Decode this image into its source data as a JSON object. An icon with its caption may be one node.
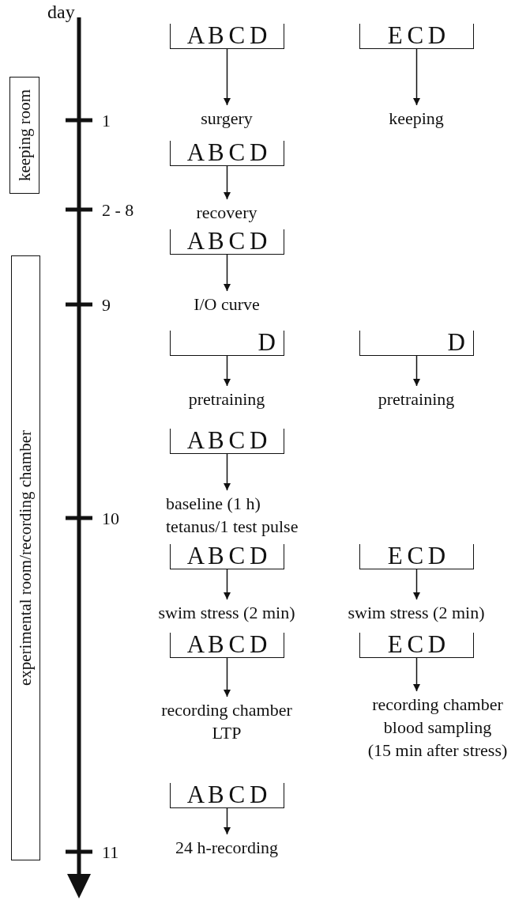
{
  "diagram": {
    "nodes": [
      {
        "text": [
          "keeping room"
        ]
      },
      {
        "text": [
          "experimental room/recording chamber"
        ]
      },
      {
        "text": [
          "A B C D"
        ]
      },
      {
        "text": [
          "E C D"
        ]
      },
      {
        "text": [
          "surgery"
        ]
      },
      {
        "text": [
          "keeping"
        ]
      },
      {
        "text": [
          "A B C D"
        ]
      },
      {
        "text": [
          "recovery"
        ]
      },
      {
        "text": [
          "A B C D"
        ]
      },
      {
        "text": [
          "I/O curve"
        ]
      },
      {
        "text": [
          "D"
        ]
      },
      {
        "text": [
          "D"
        ]
      },
      {
        "text": [
          "pretraining"
        ]
      },
      {
        "text": [
          "pretraining"
        ]
      },
      {
        "text": [
          "A B C D"
        ]
      },
      {
        "text": [
          "baseline (1 h)",
          "tetanus/1 test pulse"
        ]
      },
      {
        "text": [
          "A B C D"
        ]
      },
      {
        "text": [
          "E C D"
        ]
      },
      {
        "text": [
          "swim stress (2 min)"
        ]
      },
      {
        "text": [
          "swim stress (2 min)"
        ]
      },
      {
        "text": [
          "A B C D"
        ]
      },
      {
        "text": [
          "E C D"
        ]
      },
      {
        "text": [
          "recording chamber",
          "LTP"
        ]
      },
      {
        "text": [
          "recording chamber",
          "blood sampling",
          "(15 min after stress)"
        ]
      },
      {
        "text": [
          "A B C D"
        ]
      },
      {
        "text": [
          "24 h-recording"
        ]
      }
    ],
    "edges": [
      {
        "from": 2,
        "to": 4,
        "arrow": "to"
      },
      {
        "from": 3,
        "to": 5,
        "arrow": "to"
      },
      {
        "from": 6,
        "to": 7,
        "arrow": "to"
      },
      {
        "from": 8,
        "to": 9,
        "arrow": "to"
      },
      {
        "from": 10,
        "to": 12,
        "arrow": "to"
      },
      {
        "from": 11,
        "to": 13,
        "arrow": "to"
      },
      {
        "from": 14,
        "to": 15,
        "arrow": "to"
      },
      {
        "from": 16,
        "to": 18,
        "arrow": "to"
      },
      {
        "from": 17,
        "to": 19,
        "arrow": "to"
      },
      {
        "from": 20,
        "to": 22,
        "arrow": "to"
      },
      {
        "from": 21,
        "to": 23,
        "arrow": "to"
      },
      {
        "from": 24,
        "to": 25,
        "arrow": "to"
      }
    ],
    "labels": [
      "day",
      "1",
      "2 - 8",
      "9",
      "10",
      "11"
    ]
  }
}
